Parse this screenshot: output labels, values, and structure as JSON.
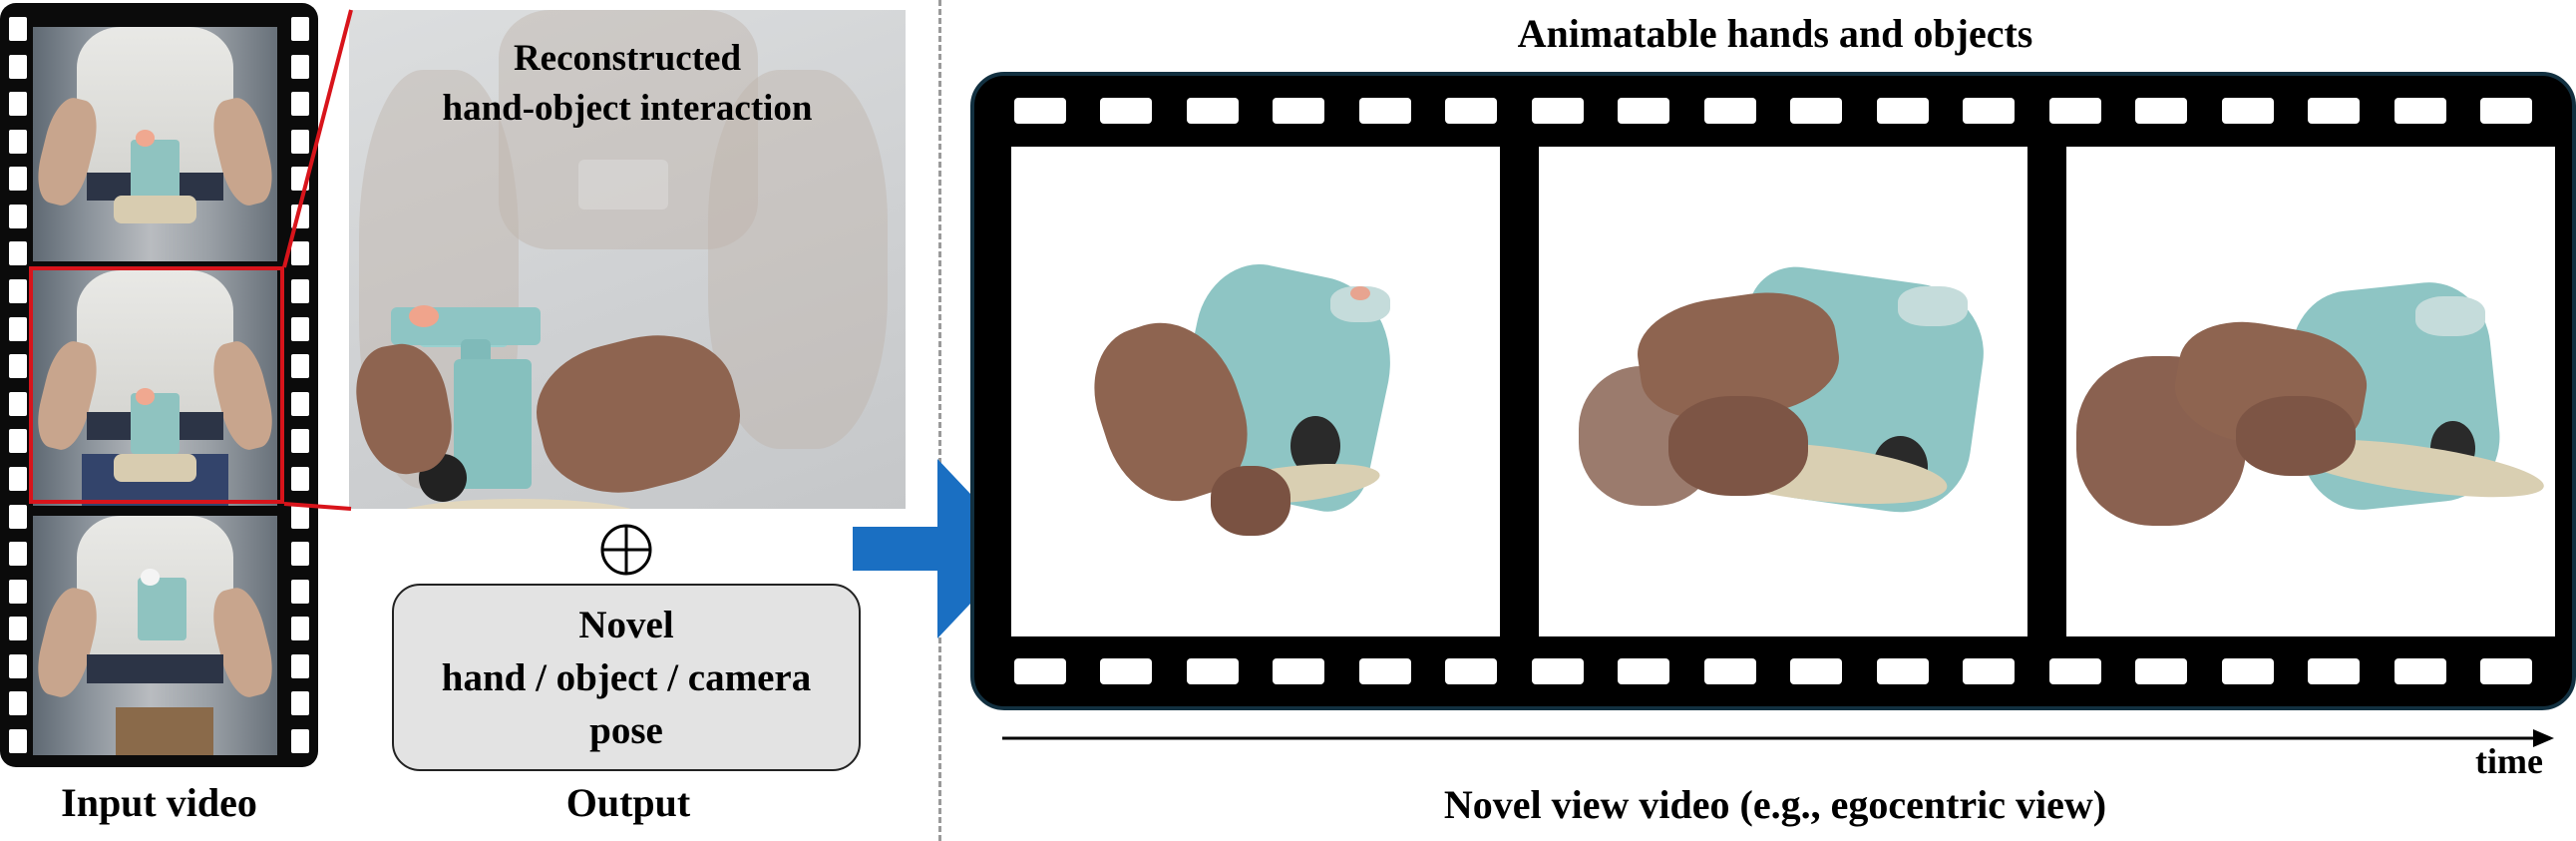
{
  "input": {
    "label": "Input video"
  },
  "reconstruction": {
    "title_line1": "Reconstructed",
    "title_line2": "hand-object interaction"
  },
  "output": {
    "label": "Output"
  },
  "pose_box": {
    "line1": "Novel",
    "line2": "hand / object / camera",
    "line3": "pose"
  },
  "combine_symbol": "⊕",
  "animation": {
    "title": "Animatable hands and objects"
  },
  "novel_view": {
    "label": "Novel view video (e.g., egocentric view)"
  },
  "axis": {
    "label": "time"
  },
  "colors": {
    "highlight": "#d8141b",
    "arrow": "#1a6fc2",
    "film": "#000000",
    "object_teal": "#8ec5c4",
    "hand_brown": "#8e6450"
  }
}
